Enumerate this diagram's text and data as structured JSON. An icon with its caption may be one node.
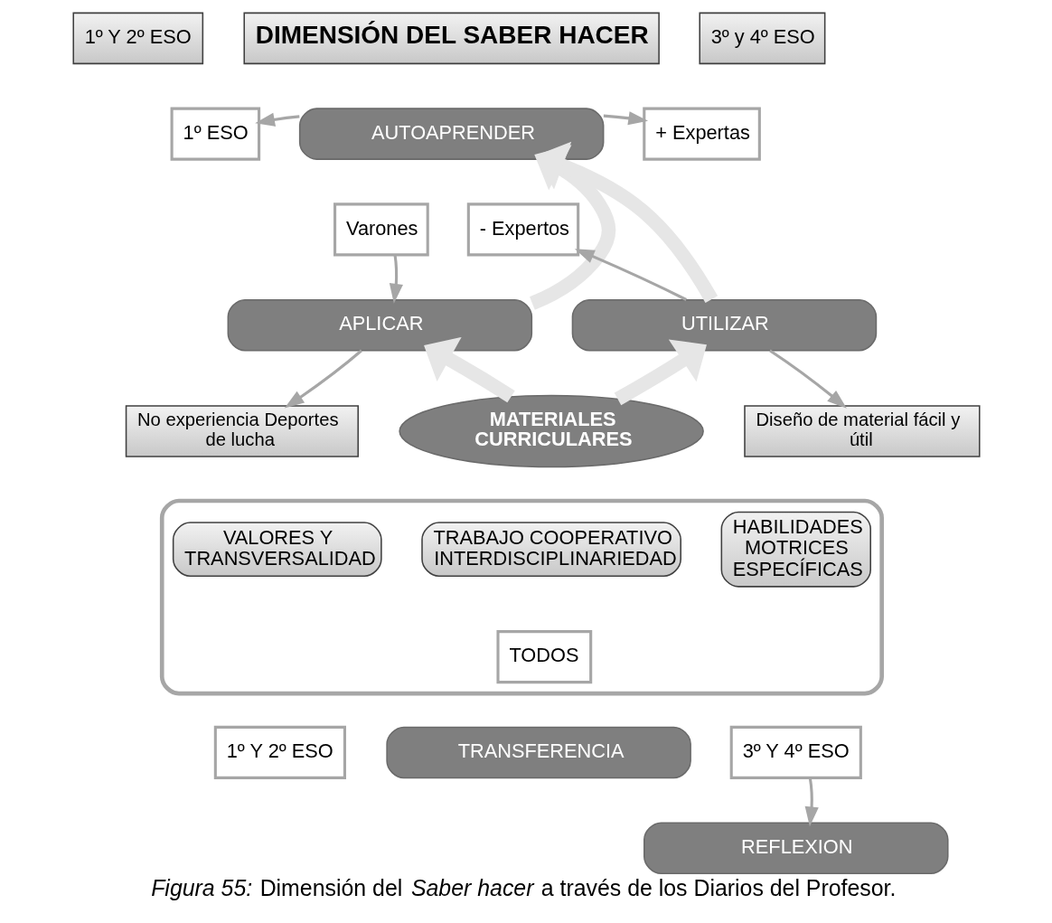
{
  "diagram": {
    "caption": "*Figura 55:* Dimensión del *Saber hacer* a través de los Diarios del Profesor.",
    "nodes": [
      {
        "text": [
          "1º Y 2º ESO"
        ]
      },
      {
        "text": [
          "DIMENSIÓN DEL SABER HACER"
        ]
      },
      {
        "text": [
          "3º y 4º ESO"
        ]
      },
      {
        "text": [
          "1º ESO"
        ]
      },
      {
        "text": [
          "AUTOAPRENDER"
        ]
      },
      {
        "text": [
          "+ Expertas"
        ]
      },
      {
        "text": [
          "Varones"
        ]
      },
      {
        "text": [
          "- Expertos"
        ]
      },
      {
        "text": [
          "APLICAR"
        ]
      },
      {
        "text": [
          "UTILIZAR"
        ]
      },
      {
        "text": [
          "No experiencia Deportes de lucha"
        ]
      },
      {
        "text": [
          "Diseño de material fácil y útil"
        ]
      },
      {
        "text": [
          "MATERIALES CURRICULARES"
        ]
      },
      {
        "text": [],
        "shape": "box"
      },
      {
        "text": [
          "VALORES Y TRANSVERSALIDAD"
        ],
        "in": 13
      },
      {
        "text": [
          "TRABAJO COOPERATIVO INTERDISCIPLINARIEDAD"
        ],
        "in": 13
      },
      {
        "text": [
          "HABILIDADES MOTRICES ESPECÍFICAS"
        ],
        "in": 13
      },
      {
        "text": [
          "TODOS"
        ],
        "in": 13
      },
      {
        "text": [
          "1º Y 2º ESO"
        ]
      },
      {
        "text": [
          "3º Y 4º ESO"
        ]
      },
      {
        "text": [
          "TRANSFERENCIA"
        ]
      },
      {
        "text": [
          "REFLEXION"
        ]
      }
    ],
    "edges": [
      {
        "from": 4,
        "to": 3,
        "arrow": "to"
      },
      {
        "from": 4,
        "to": 5,
        "arrow": "to"
      },
      {
        "from": 6,
        "to": 8,
        "arrow": "to"
      },
      {
        "from": 8,
        "to": 4,
        "arrow": "to",
        "style": "thick",
        "color": "#e6e6e6"
      },
      {
        "from": 9,
        "to": 4,
        "arrow": "to",
        "style": "thick",
        "color": "#e6e6e6"
      },
      {
        "from": 9,
        "to": 7,
        "arrow": "to"
      },
      {
        "from": 9,
        "to": 11,
        "arrow": "to"
      },
      {
        "from": 8,
        "to": 10,
        "arrow": "to"
      },
      {
        "from": 12,
        "to": 8,
        "arrow": "to",
        "style": "thick",
        "color": "#e6e6e6"
      },
      {
        "from": 12,
        "to": 9,
        "arrow": "to",
        "style": "thick",
        "color": "#e6e6e6"
      },
      {
        "from": 19,
        "to": 21,
        "arrow": "to"
      }
    ]
  }
}
